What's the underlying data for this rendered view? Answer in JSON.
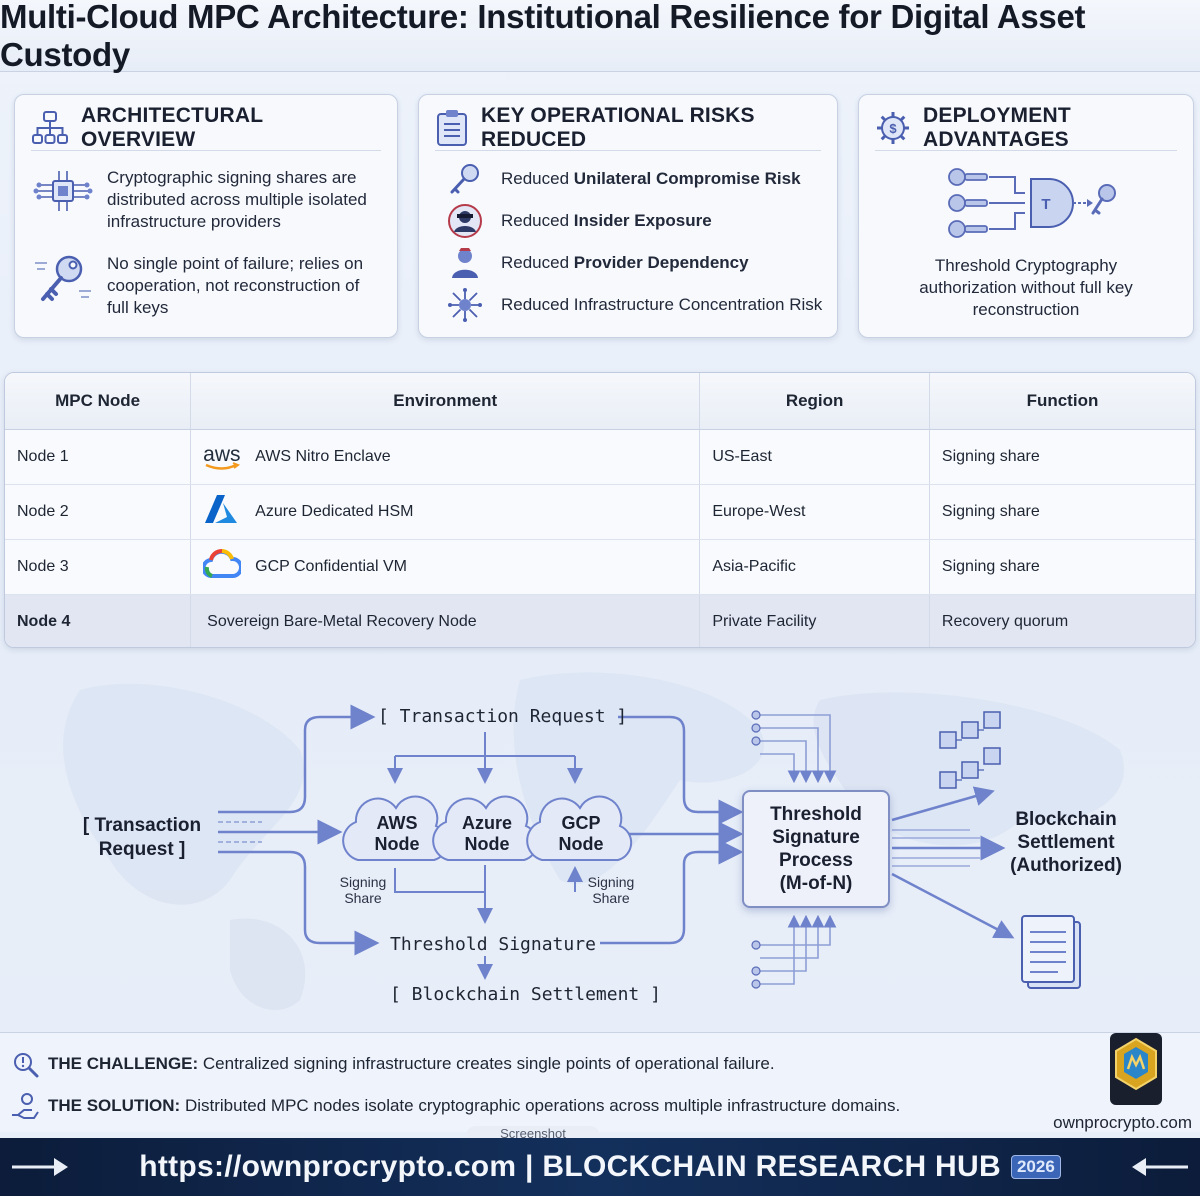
{
  "title": "Multi-Cloud MPC Architecture: Institutional Resilience for Digital Asset Custody",
  "overview": {
    "heading": "ARCHITECTURAL OVERVIEW",
    "items": [
      {
        "icon": "chip-network-icon",
        "text": "Cryptographic signing shares are distributed across multiple isolated infrastructure providers"
      },
      {
        "icon": "key-icon",
        "text": "No single point of failure; relies on cooperation, not reconstruction of full keys"
      }
    ]
  },
  "risks": {
    "heading": "KEY OPERATIONAL RISKS REDUCED",
    "items": [
      {
        "icon": "key-icon",
        "prefix": "Reduced ",
        "bold": "Unilateral Compromise Risk",
        "suffix": ""
      },
      {
        "icon": "insider-icon",
        "prefix": "Reduced ",
        "bold": "Insider Exposure",
        "suffix": ""
      },
      {
        "icon": "provider-icon",
        "prefix": "Reduced ",
        "bold": "Provider Dependency",
        "suffix": ""
      },
      {
        "icon": "network-hub-icon",
        "prefix": "Reduced Infrastructure Concentration Risk",
        "bold": "",
        "suffix": ""
      }
    ]
  },
  "deployment": {
    "heading": "DEPLOYMENT ADVANTAGES",
    "gate_letter": "T",
    "caption": "Threshold Cryptography authorization without full key reconstruction"
  },
  "table": {
    "headers": [
      "MPC Node",
      "Environment",
      "Region",
      "Function"
    ],
    "rows": [
      {
        "node": "Node 1",
        "logo": "aws",
        "logo_text": "aws",
        "env": "AWS Nitro Enclave",
        "region": "US-East",
        "function": "Signing share"
      },
      {
        "node": "Node 2",
        "logo": "azure",
        "logo_text": "",
        "env": "Azure Dedicated HSM",
        "region": "Europe-West",
        "function": "Signing share"
      },
      {
        "node": "Node 3",
        "logo": "gcp",
        "logo_text": "",
        "env": "GCP Confidential VM",
        "region": "Asia-Pacific",
        "function": "Signing share"
      },
      {
        "node": "Node 4",
        "logo": "",
        "logo_text": "",
        "env": "Sovereign Bare-Metal Recovery Node",
        "region": "Private Facility",
        "function": "Recovery quorum"
      }
    ]
  },
  "diagram": {
    "left_request": "[ Transaction\nRequest ]",
    "top_request": "[ Transaction Request ]",
    "clouds": [
      "AWS\nNode",
      "Azure\nNode",
      "GCP\nNode"
    ],
    "signing_share_left": "Signing\nShare",
    "signing_share_right": "Signing\nShare",
    "threshold_signature": "Threshold Signature",
    "blockchain_settlement": "[ Blockchain Settlement ]",
    "tsp": "Threshold\nSignature\nProcess\n(M-of-N)",
    "settlement": "Blockchain\nSettlement\n(Authorized)"
  },
  "notes": {
    "challenge_label": "THE CHALLENGE:",
    "challenge_text": " Centralized signing infrastructure creates single points of operational failure.",
    "solution_label": "THE SOLUTION:",
    "solution_text": " Distributed MPC nodes isolate cryptographic operations across multiple infrastructure domains.",
    "site": "ownprocrypto.com",
    "tab": "Screenshot"
  },
  "banner": {
    "text": "https://ownprocrypto.com | BLOCKCHAIN RESEARCH HUB",
    "badge": "2026"
  },
  "colors": {
    "accent": "#5b6fc0",
    "arrow": "#6f82cc",
    "banner": "#13305c"
  }
}
